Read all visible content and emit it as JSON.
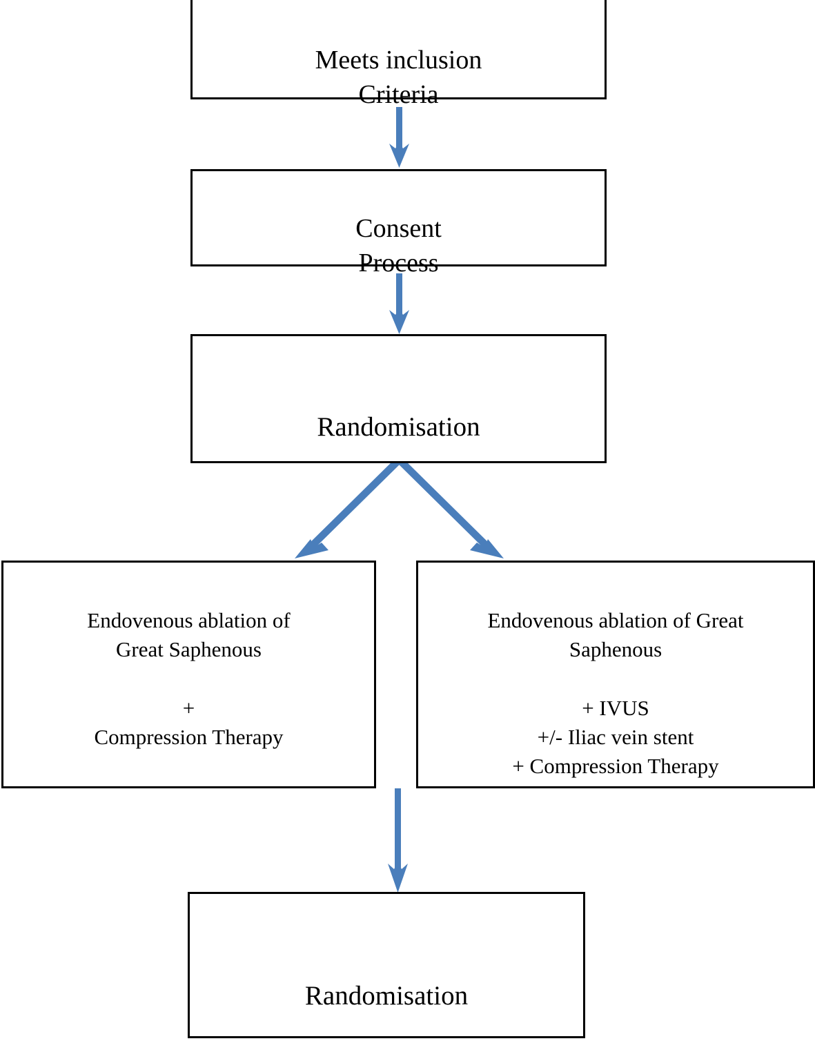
{
  "diagram": {
    "type": "flowchart",
    "orientation": "top-to-bottom",
    "accent_color": "#4a7ebb",
    "box_border_color": "#000000",
    "background_color": "#ffffff",
    "text_color": "#000000",
    "nodes": [
      {
        "id": "inclusion",
        "label": "Meets inclusion\nCriteria",
        "shape": "rectangle"
      },
      {
        "id": "consent",
        "label": "Consent\nProcess",
        "shape": "rectangle"
      },
      {
        "id": "randomisation_1",
        "label": "Randomisation",
        "shape": "rectangle"
      },
      {
        "id": "arm_control",
        "label": "Endovenous ablation of\nGreat Saphenous\n\n+\nCompression Therapy",
        "shape": "rectangle"
      },
      {
        "id": "arm_intervention",
        "label": "Endovenous ablation of Great\nSaphenous\n\n+ IVUS\n+/- Iliac vein stent\n+ Compression Therapy",
        "shape": "rectangle"
      },
      {
        "id": "randomisation_2",
        "label": "Randomisation",
        "shape": "rectangle"
      }
    ],
    "edges": [
      {
        "from": "inclusion",
        "to": "consent",
        "style": "straight-down-arrow"
      },
      {
        "from": "consent",
        "to": "randomisation_1",
        "style": "straight-down-arrow"
      },
      {
        "from": "randomisation_1",
        "to": "arm_control",
        "style": "diagonal-down-left-arrow"
      },
      {
        "from": "randomisation_1",
        "to": "arm_intervention",
        "style": "diagonal-down-right-arrow"
      },
      {
        "from": "arm_control",
        "to": "randomisation_2",
        "style": "straight-down-arrow"
      }
    ]
  }
}
